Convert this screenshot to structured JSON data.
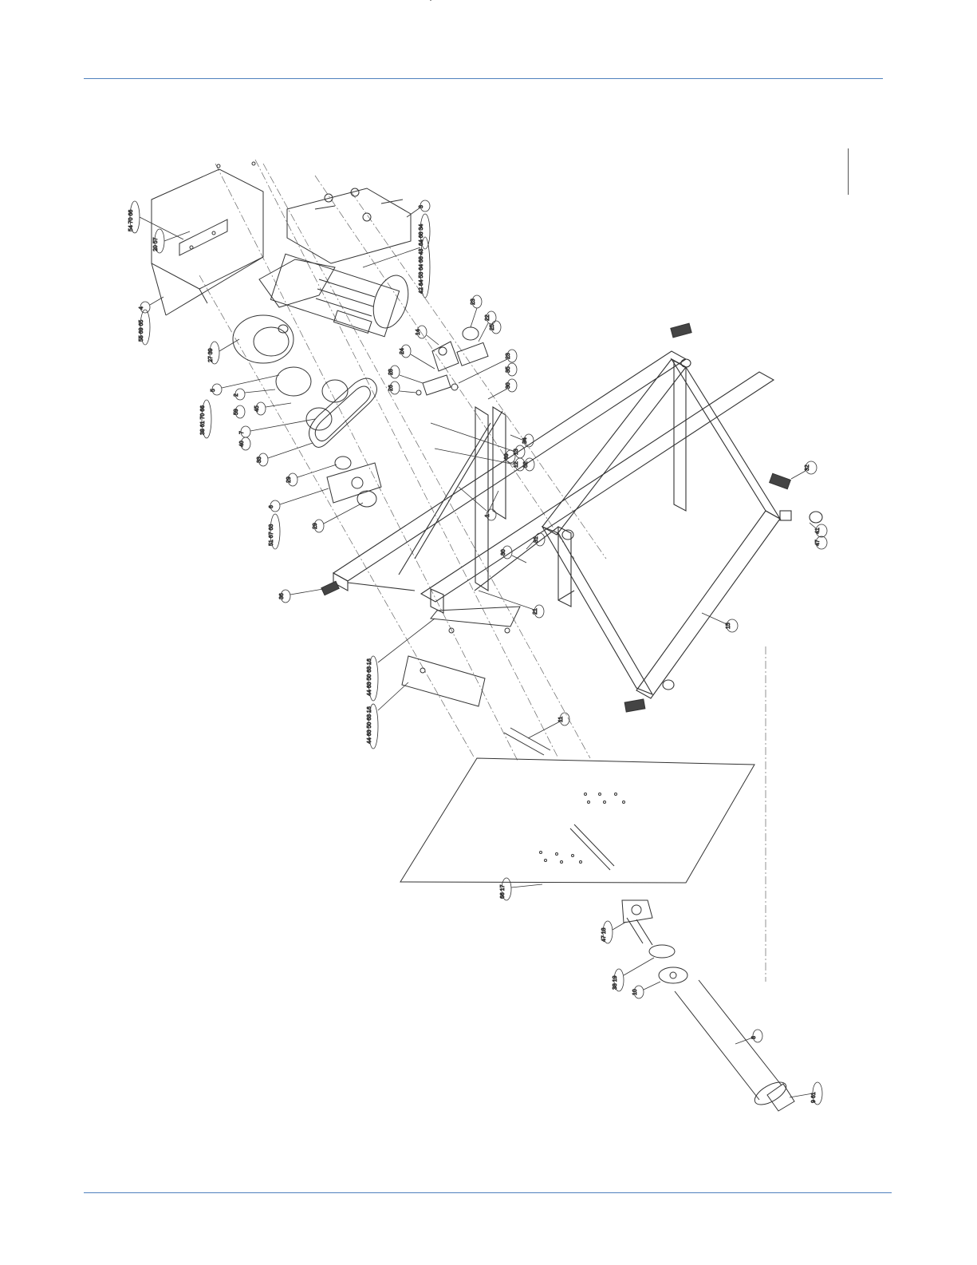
{
  "colors": {
    "rule": "#4f81bd",
    "ink": "#222222",
    "paper": "#ffffff"
  },
  "callouts": [
    {
      "id": "c-54-70-66",
      "text": "54 70 66"
    },
    {
      "id": "c-20-57",
      "text": "20 57"
    },
    {
      "id": "c-4",
      "text": "4"
    },
    {
      "id": "c-55-69-65",
      "text": "55 69 65"
    },
    {
      "id": "c-27-39",
      "text": "27 39"
    },
    {
      "id": "c-5",
      "text": "5"
    },
    {
      "id": "c-38-61-70-66",
      "text": "38 61 70 66"
    },
    {
      "id": "c-2",
      "text": "2"
    },
    {
      "id": "c-59",
      "text": "59"
    },
    {
      "id": "c-45",
      "text": "45"
    },
    {
      "id": "c-7",
      "text": "7"
    },
    {
      "id": "c-40",
      "text": "40"
    },
    {
      "id": "c-33",
      "text": "33"
    },
    {
      "id": "c-29a",
      "text": "29"
    },
    {
      "id": "c-6",
      "text": "6"
    },
    {
      "id": "c-51-67-63",
      "text": "51 67 63"
    },
    {
      "id": "c-29b",
      "text": "29"
    },
    {
      "id": "c-36",
      "text": "36"
    },
    {
      "id": "c-3",
      "text": "3"
    },
    {
      "id": "c-64-68-34",
      "text": "64 68 34"
    },
    {
      "id": "c-42-64-53-64-68-43",
      "text": "42 64 53 64 68 43"
    },
    {
      "id": "c-23a",
      "text": "23"
    },
    {
      "id": "c-22",
      "text": "22"
    },
    {
      "id": "c-25",
      "text": "25"
    },
    {
      "id": "c-14",
      "text": "14"
    },
    {
      "id": "c-24",
      "text": "24"
    },
    {
      "id": "c-28",
      "text": "28"
    },
    {
      "id": "c-26",
      "text": "26"
    },
    {
      "id": "c-23b",
      "text": "23"
    },
    {
      "id": "c-35",
      "text": "35"
    },
    {
      "id": "c-30",
      "text": "30"
    },
    {
      "id": "c-34",
      "text": "34"
    },
    {
      "id": "c-13",
      "text": "13"
    },
    {
      "id": "c-69",
      "text": "69"
    },
    {
      "id": "c-12",
      "text": "12"
    },
    {
      "id": "c-52",
      "text": "52"
    },
    {
      "id": "c-1",
      "text": "1"
    },
    {
      "id": "c-31",
      "text": "31"
    },
    {
      "id": "c-30b",
      "text": "30"
    },
    {
      "id": "c-21",
      "text": "21"
    },
    {
      "id": "c-32",
      "text": "32"
    },
    {
      "id": "c-41",
      "text": "41"
    },
    {
      "id": "c-47",
      "text": "47"
    },
    {
      "id": "c-15",
      "text": "15"
    },
    {
      "id": "c-16a",
      "text": "44 63 50 63 16"
    },
    {
      "id": "c-16b",
      "text": "44 63 50 63 16"
    },
    {
      "id": "c-11",
      "text": "11"
    },
    {
      "id": "c-66-17",
      "text": "66 17"
    },
    {
      "id": "c-47-18",
      "text": "47 18"
    },
    {
      "id": "c-38-19",
      "text": "38 19"
    },
    {
      "id": "c-10",
      "text": "10"
    },
    {
      "id": "c-8",
      "text": "8"
    },
    {
      "id": "c-9-61",
      "text": "9 61"
    }
  ]
}
